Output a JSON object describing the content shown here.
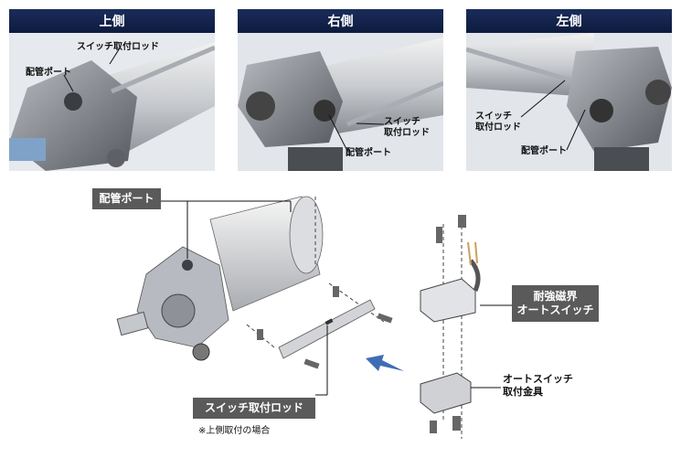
{
  "panels": [
    {
      "title": "上側",
      "callout_rod": "スイッチ取付ロッド",
      "callout_port": "配管ポート"
    },
    {
      "title": "右側",
      "callout_rod_l1": "スイッチ",
      "callout_rod_l2": "取付ロッド",
      "callout_port": "配管ポート"
    },
    {
      "title": "左側",
      "callout_rod_l1": "スイッチ",
      "callout_rod_l2": "取付ロッド",
      "callout_port": "配管ポート"
    }
  ],
  "diagram": {
    "port_label": "配管ポート",
    "rod_label": "スイッチ取付ロッド",
    "rod_note": "※上側取付の場合",
    "switch_label_l1": "耐強磁界",
    "switch_label_l2": "オートスイッチ",
    "bracket_label_l1": "オートスイッチ",
    "bracket_label_l2": "取付金具"
  },
  "colors": {
    "header_navy": "#0d1b3e",
    "label_gray": "#5a5a5a",
    "arrow_blue": "#3f6db5"
  }
}
